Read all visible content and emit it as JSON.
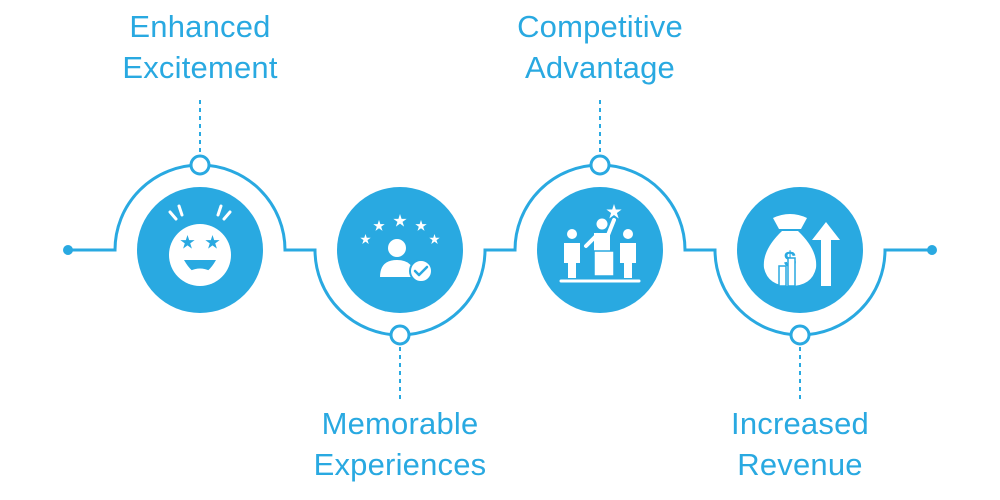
{
  "steps": [
    {
      "id": "enhanced-excitement",
      "line1": "Enhanced",
      "line2": "Excitement",
      "icon": "star-eyes-face-icon"
    },
    {
      "id": "memorable-experiences",
      "line1": "Memorable",
      "line2": "Experiences",
      "icon": "five-star-rated-user-icon"
    },
    {
      "id": "competitive-advantage",
      "line1": "Competitive",
      "line2": "Advantage",
      "icon": "podium-winner-icon"
    },
    {
      "id": "increased-revenue",
      "line1": "Increased",
      "line2": "Revenue",
      "icon": "money-bag-growth-icon"
    }
  ],
  "colors": {
    "accent": "#29a9e1",
    "icon_fill": "#ffffff"
  }
}
